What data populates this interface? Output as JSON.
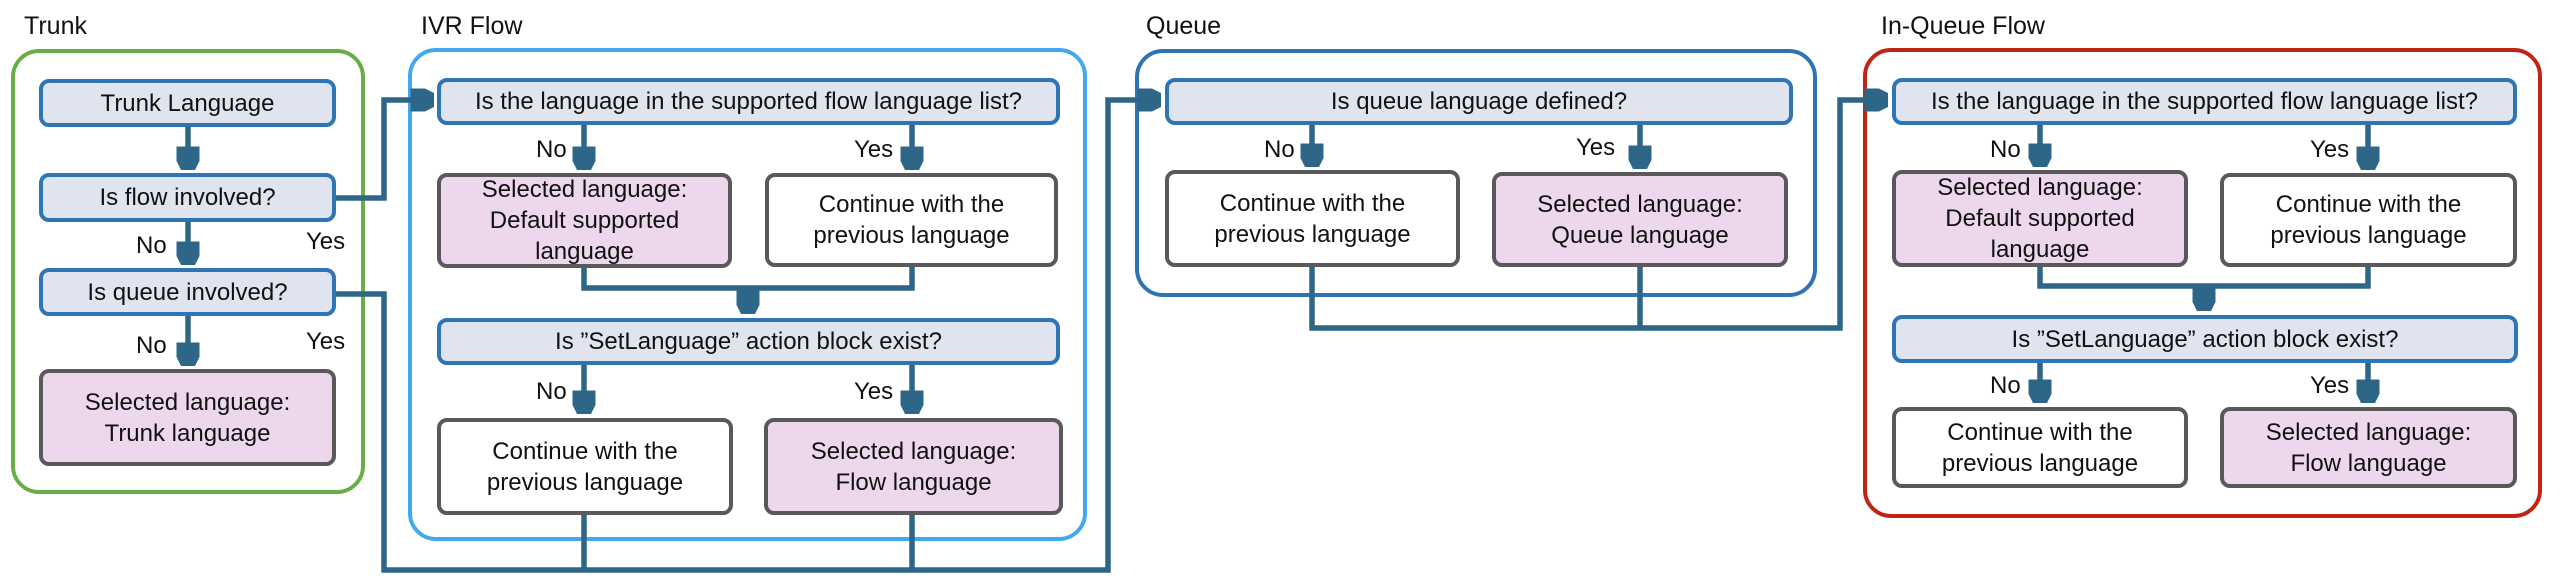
{
  "sections": {
    "trunk": {
      "title": "Trunk",
      "boxes": {
        "start": "Trunk Language",
        "flow_question": "Is flow involved?",
        "queue_question": "Is queue involved?",
        "result_trunk": "Selected language:\nTrunk language"
      }
    },
    "ivr_flow": {
      "title": "IVR Flow",
      "boxes": {
        "supported_question": "Is the language in the supported flow language list?",
        "result_default": "Selected language:\nDefault supported\nlanguage",
        "continue_previous_top": "Continue with the\nprevious language",
        "setlanguage_question": "Is ”SetLanguage” action block exist?",
        "continue_previous_bottom": "Continue with the\nprevious language",
        "result_flow": "Selected language:\nFlow language"
      }
    },
    "queue": {
      "title": "Queue",
      "boxes": {
        "defined_question": "Is queue language defined?",
        "continue_previous": "Continue with the\nprevious language",
        "result_queue": "Selected language:\nQueue language"
      }
    },
    "in_queue_flow": {
      "title": "In-Queue Flow",
      "boxes": {
        "supported_question": "Is the language in the supported flow language list?",
        "result_default": "Selected language:\nDefault supported\nlanguage",
        "continue_previous_top": "Continue with the\nprevious language",
        "setlanguage_question": "Is ”SetLanguage” action block exist?",
        "continue_previous_bottom": "Continue with the\nprevious language",
        "result_flow": "Selected language:\nFlow language"
      }
    }
  },
  "branch_labels": {
    "no": "No",
    "yes": "Yes"
  },
  "colors": {
    "trunk_frame": "#6aad47",
    "ivr_frame": "#41a9ef",
    "queue_frame": "#2e74b5",
    "in_queue_frame": "#c02417",
    "question_fill": "#dfe4ef",
    "question_border": "#2e75b6",
    "result_fill": "#edd7ec",
    "outcome_border": "#595959",
    "connector": "#2e6688"
  }
}
